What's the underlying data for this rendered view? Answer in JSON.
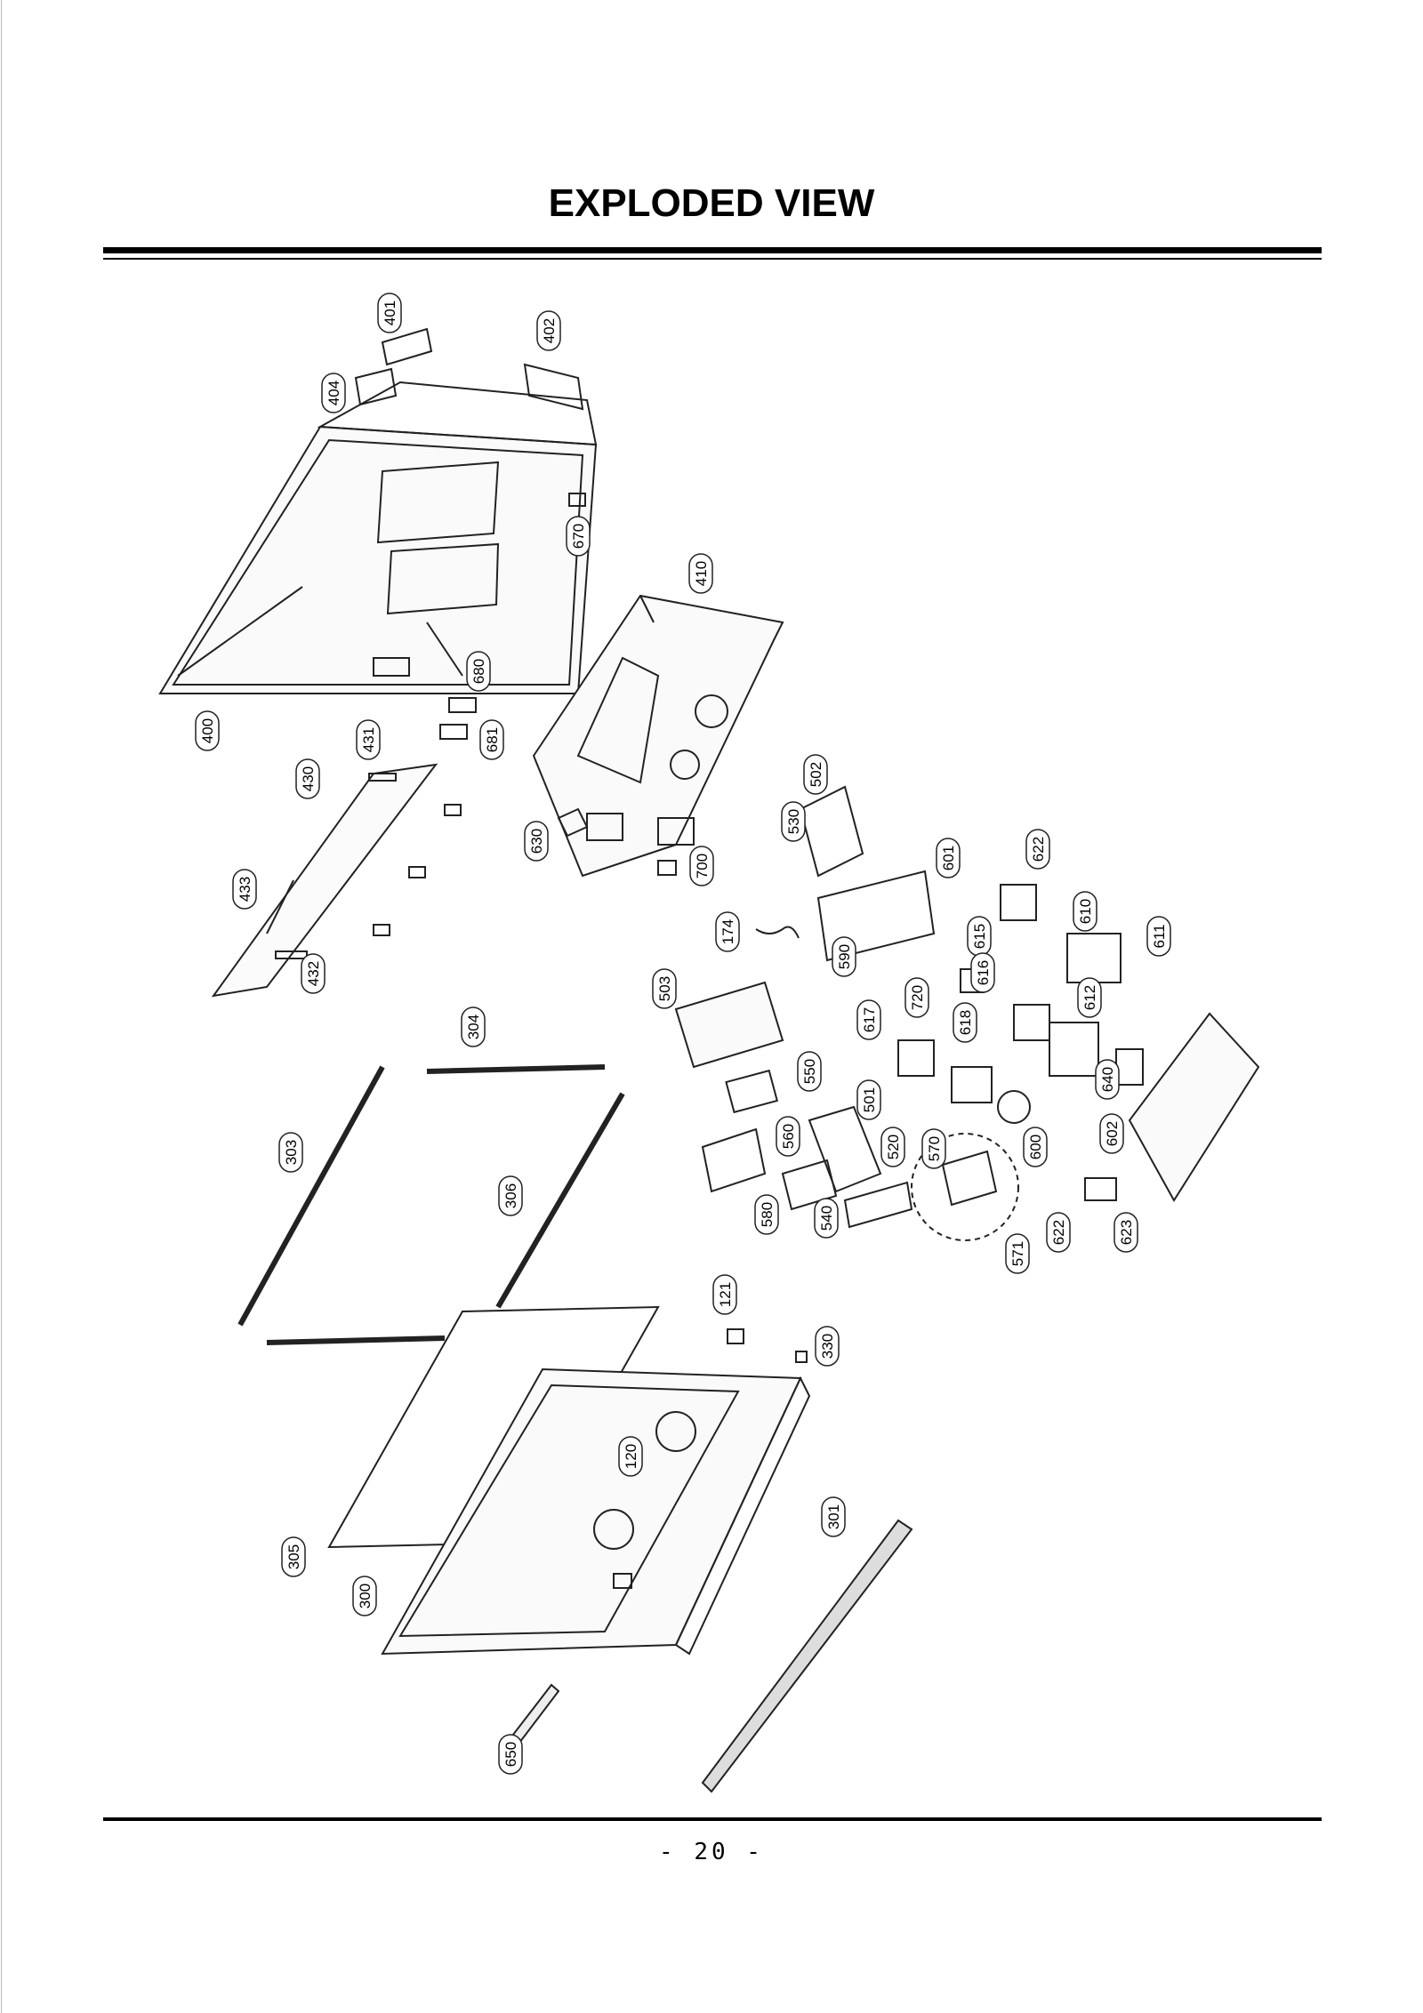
{
  "title": "EXPLODED VIEW",
  "page_number": "- 20 -",
  "callouts": [
    "401",
    "402",
    "404",
    "670",
    "410",
    "400",
    "680",
    "681",
    "431",
    "430",
    "433",
    "432",
    "630",
    "700",
    "502",
    "530",
    "601",
    "622",
    "610",
    "611",
    "615",
    "174",
    "590",
    "720",
    "616",
    "617",
    "618",
    "612",
    "640",
    "503",
    "304",
    "550",
    "501",
    "560",
    "520",
    "570",
    "600",
    "602",
    "303",
    "306",
    "580",
    "540",
    "571",
    "622",
    "623",
    "121",
    "330",
    "120",
    "301",
    "305",
    "300",
    "650"
  ]
}
